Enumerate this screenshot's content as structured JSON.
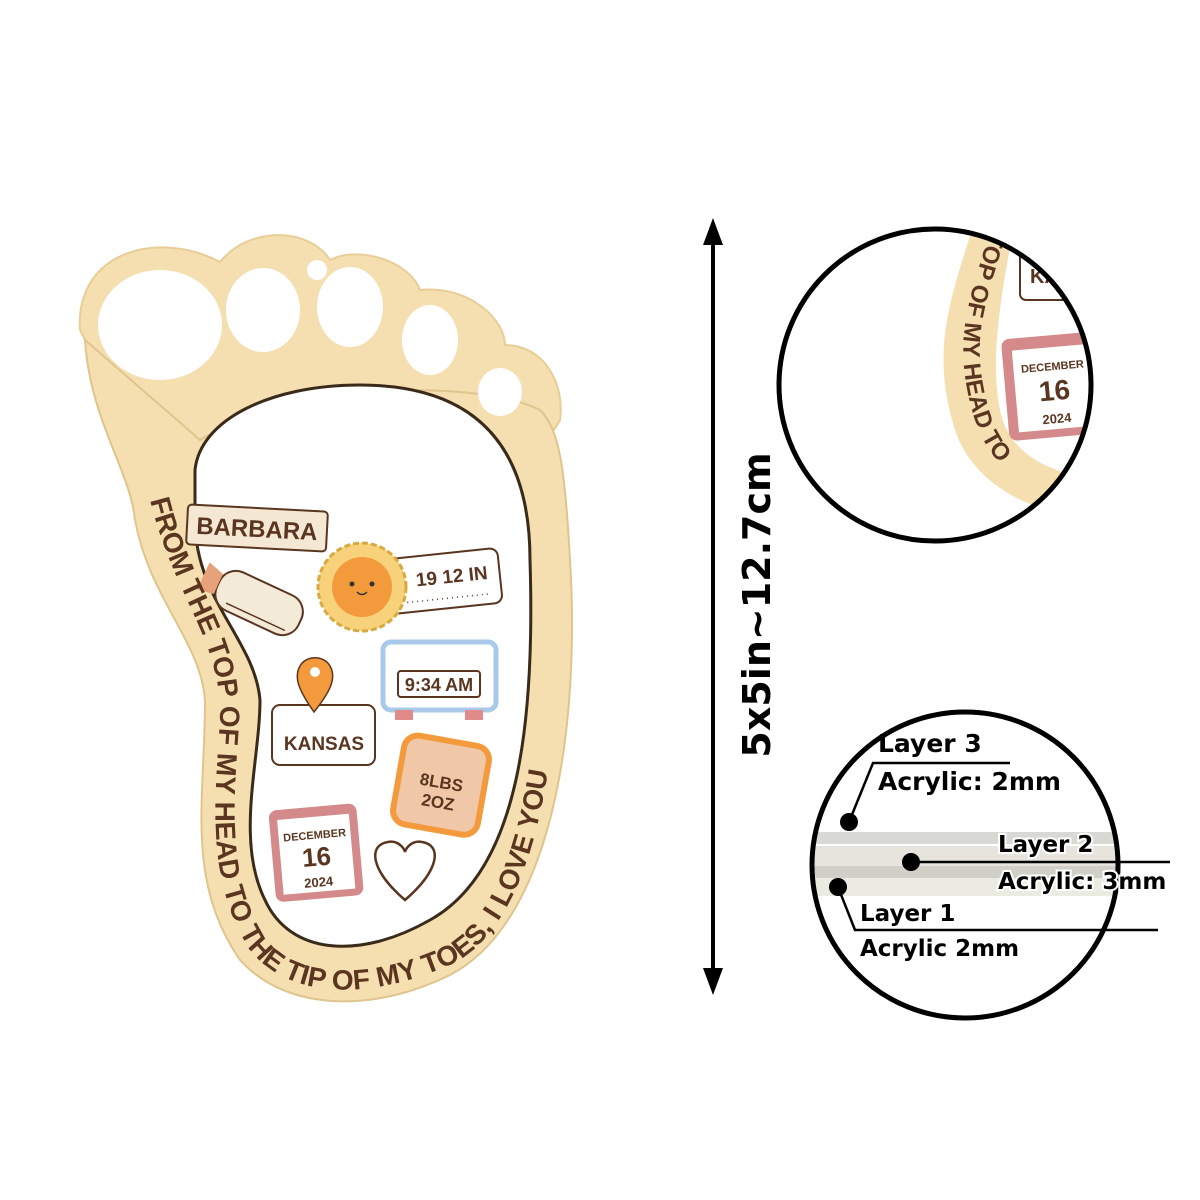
{
  "product": {
    "name_tag": "BARBARA",
    "height_tag": "19 12 IN",
    "time_tag": "9:34 AM",
    "location_tag": "KANSAS",
    "weight_tag_line1": "8LBS",
    "weight_tag_line2": "2OZ",
    "calendar_month": "DECEMBER",
    "calendar_day": "16",
    "calendar_year": "2024",
    "border_text": "FROM THE  TOP OF MY HEAD TO THE TIP OF MY TOES, I LOVE YOU"
  },
  "dimension": {
    "label": "5x5in~12.7cm"
  },
  "detail_zoom": {
    "partial_text": "KANS",
    "calendar_month": "DECEMBER",
    "calendar_day": "16",
    "calendar_year": "2024",
    "border_text": "TOP OF MY HEAD TO"
  },
  "layers": [
    {
      "name": "Layer 3",
      "spec": "Acrylic: 2mm"
    },
    {
      "name": "Layer 2",
      "spec": "Acrylic: 3mm"
    },
    {
      "name": "Layer 1",
      "spec": "Acrylic 2mm"
    }
  ],
  "colors": {
    "tan": "#f5dfb0",
    "brown": "#5a3520",
    "orange": "#f39a3c",
    "pink": "#d48a8a",
    "blue": "#a9c9e8"
  }
}
